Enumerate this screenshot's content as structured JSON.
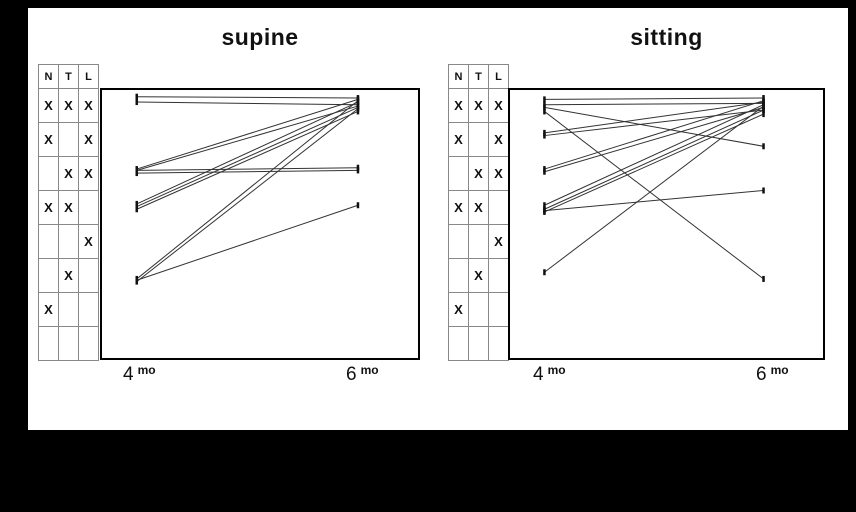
{
  "colors": {
    "page_background": "#000000",
    "figure_background": "#ffffff",
    "line_color": "#333333",
    "marker_color": "#111111",
    "text_color": "#111111",
    "grid_border_color": "#888888"
  },
  "figure": {
    "panels": [
      {
        "title": "supine",
        "x_left_num": "4",
        "x_right_num": "6",
        "x_unit": "mo",
        "table": {
          "headers": [
            "N",
            "T",
            "L"
          ],
          "mark": "X",
          "rows": [
            [
              1,
              1,
              1
            ],
            [
              1,
              0,
              1
            ],
            [
              0,
              1,
              1
            ],
            [
              1,
              1,
              0
            ],
            [
              0,
              0,
              1
            ],
            [
              0,
              1,
              0
            ],
            [
              1,
              0,
              0
            ],
            [
              0,
              0,
              0
            ]
          ]
        }
      },
      {
        "title": "sitting",
        "x_left_num": "4",
        "x_right_num": "6",
        "x_unit": "mo",
        "table": {
          "headers": [
            "N",
            "T",
            "L"
          ],
          "mark": "X",
          "rows": [
            [
              1,
              1,
              1
            ],
            [
              1,
              0,
              1
            ],
            [
              0,
              1,
              1
            ],
            [
              1,
              1,
              0
            ],
            [
              0,
              0,
              1
            ],
            [
              0,
              1,
              0
            ],
            [
              1,
              0,
              0
            ],
            [
              0,
              0,
              0
            ]
          ]
        }
      }
    ]
  },
  "chart_data": [
    {
      "type": "line",
      "subtype": "paired-slope",
      "title": "supine",
      "x": [
        "4 mo",
        "6 mo"
      ],
      "x_positions_pct": [
        11,
        81
      ],
      "y_axis": "unlabeled; line endpoint values are estimated % of plot height from bottom",
      "legend": "none",
      "grid": false,
      "lines": [
        [
          97.5,
          97
        ],
        [
          95.5,
          94.5
        ],
        [
          70.5,
          96.5
        ],
        [
          70,
          94
        ],
        [
          70,
          71
        ],
        [
          69,
          70
        ],
        [
          57.5,
          95.5
        ],
        [
          56.5,
          93.5
        ],
        [
          55.5,
          92
        ],
        [
          29.5,
          96
        ],
        [
          28.5,
          93
        ],
        [
          29,
          57
        ]
      ]
    },
    {
      "type": "line",
      "subtype": "paired-slope",
      "title": "sitting",
      "x": [
        "4 mo",
        "6 mo"
      ],
      "x_positions_pct": [
        11,
        81
      ],
      "y_axis": "unlabeled; line endpoint values are estimated % of plot height from bottom",
      "legend": "none",
      "grid": false,
      "lines": [
        [
          96.5,
          97
        ],
        [
          94.5,
          95
        ],
        [
          84,
          95.5
        ],
        [
          83,
          92.5
        ],
        [
          70.5,
          96
        ],
        [
          69.5,
          93.5
        ],
        [
          93.5,
          79
        ],
        [
          57,
          94.5
        ],
        [
          55.5,
          92.5
        ],
        [
          54.5,
          91
        ],
        [
          55,
          62.5
        ],
        [
          32,
          94
        ],
        [
          92,
          29.5
        ]
      ]
    }
  ]
}
